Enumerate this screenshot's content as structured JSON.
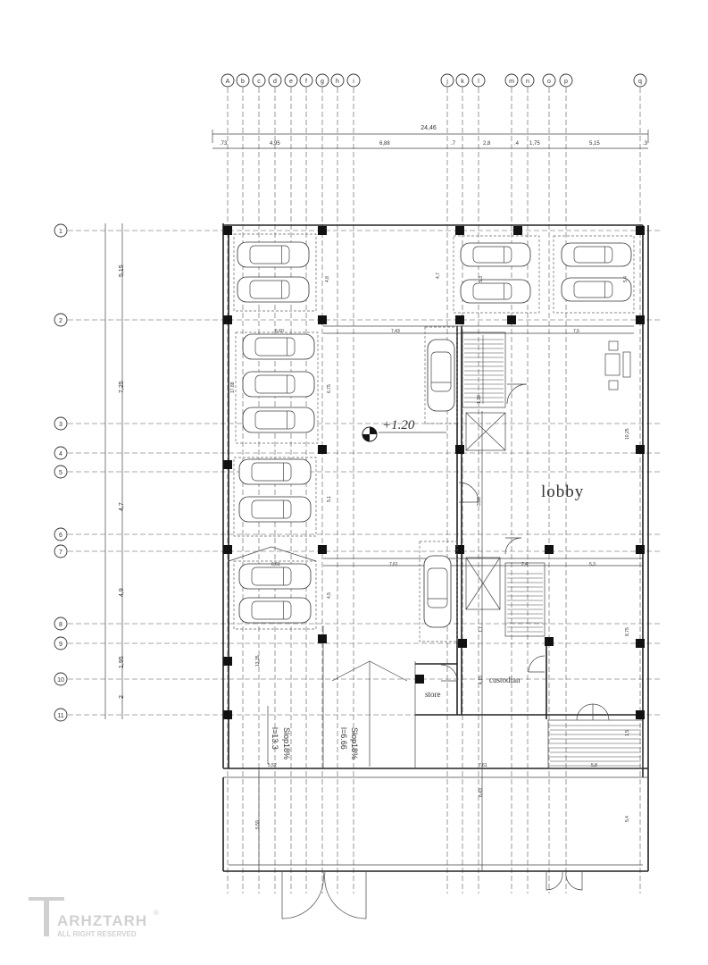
{
  "axes_top": [
    "A",
    "b",
    "c",
    "d",
    "e",
    "f",
    "g",
    "h",
    "i",
    "j",
    "k",
    "l",
    "m",
    "n",
    "o",
    "p",
    "q"
  ],
  "axes_left": [
    "1",
    "2",
    "3",
    "4",
    "5",
    "6",
    "7",
    "8",
    "9",
    "10",
    "11"
  ],
  "overall_width": "24,46",
  "top_dims": [
    ".73",
    "4,95",
    "6,88",
    ".7",
    "2,8",
    ".4",
    "1,75",
    "5,15",
    ".3"
  ],
  "left_dims": [
    "5,15",
    "7,25",
    "4,7",
    "4,9",
    "1,95",
    "2"
  ],
  "level_label": "+1.20",
  "rooms": {
    "lobby": "lobby",
    "store": "store",
    "custodian": "custodian"
  },
  "ramps": [
    {
      "slope": "Slop18%",
      "len": "l=13.3"
    },
    {
      "slope": "Slop18%",
      "len": "l=6.66"
    }
  ],
  "small_dims": [
    "4,7",
    "4,8",
    "5,3",
    "5,4",
    "6,60",
    "7,43",
    "7,5",
    "6,75",
    "17,88",
    "1,18",
    "3,55",
    "5,1",
    "6,61",
    "7,61",
    "2,4",
    "5,3",
    "4,5",
    "1,7",
    "4,15",
    "8,75",
    "13,35",
    "1,5",
    "5,52",
    "7,61",
    "5,8",
    "8,43",
    "5,59",
    "5,4",
    "10,25"
  ],
  "watermark": {
    "brand": "ARHZTARH",
    "mark": "T",
    "rights": "ALL RIGHT RESERVED",
    "reg": "®"
  }
}
